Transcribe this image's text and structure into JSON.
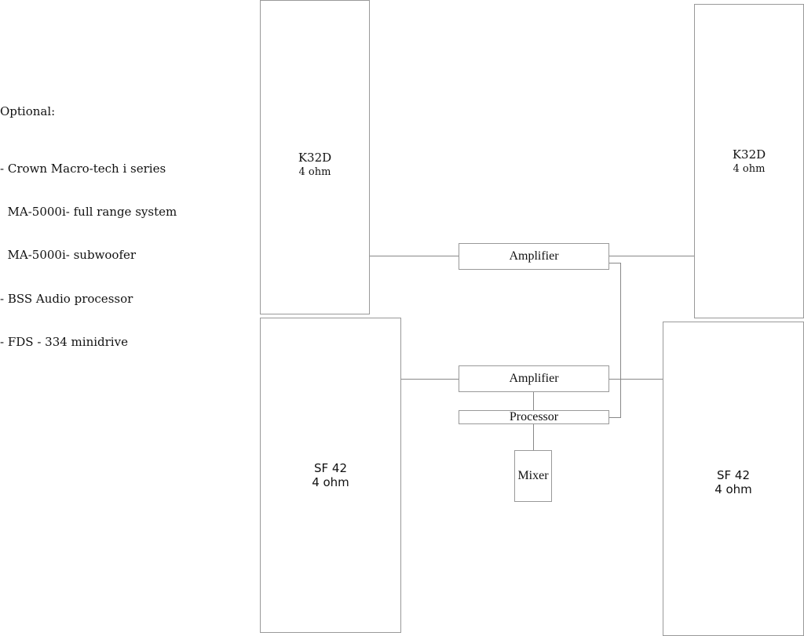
{
  "notes": {
    "heading": "Optional:",
    "lines": [
      "- Crown Macro-tech i series",
      "  MA-5000i- full range system",
      "  MA-5000i- subwoofer",
      "- BSS Audio processor",
      "- FDS - 334 minidrive"
    ]
  },
  "speakers": {
    "top_left": {
      "name": "K32D",
      "impedance": "4 ohm"
    },
    "top_right": {
      "name": "K32D",
      "impedance": "4 ohm"
    },
    "bottom_left": {
      "name": "SF 42",
      "impedance": "4 ohm"
    },
    "bottom_right": {
      "name": "SF 42",
      "impedance": "4 ohm"
    }
  },
  "units": {
    "amplifier_top": "Amplifier",
    "amplifier_bottom": "Amplifier",
    "processor": "Processor",
    "mixer": "Mixer"
  }
}
